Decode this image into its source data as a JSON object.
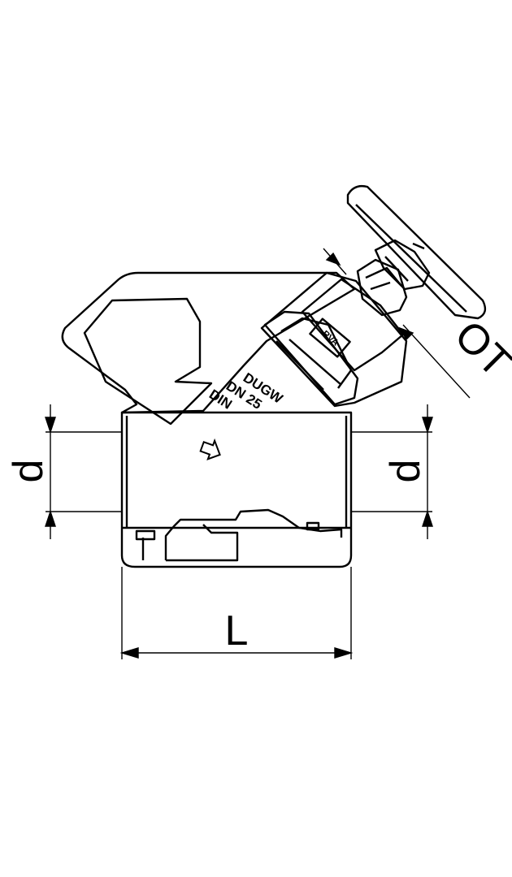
{
  "diagram": {
    "dimensions": {
      "inlet_diameter": "d",
      "outlet_diameter": "d",
      "length": "L",
      "opening_travel": "OT"
    },
    "body_marking": {
      "line1": "DUGW",
      "line2": "DN 25",
      "line3": "DIN"
    },
    "bonnet_marking": "RVA",
    "colors": {
      "line": "#000000",
      "background": "#ffffff"
    }
  }
}
